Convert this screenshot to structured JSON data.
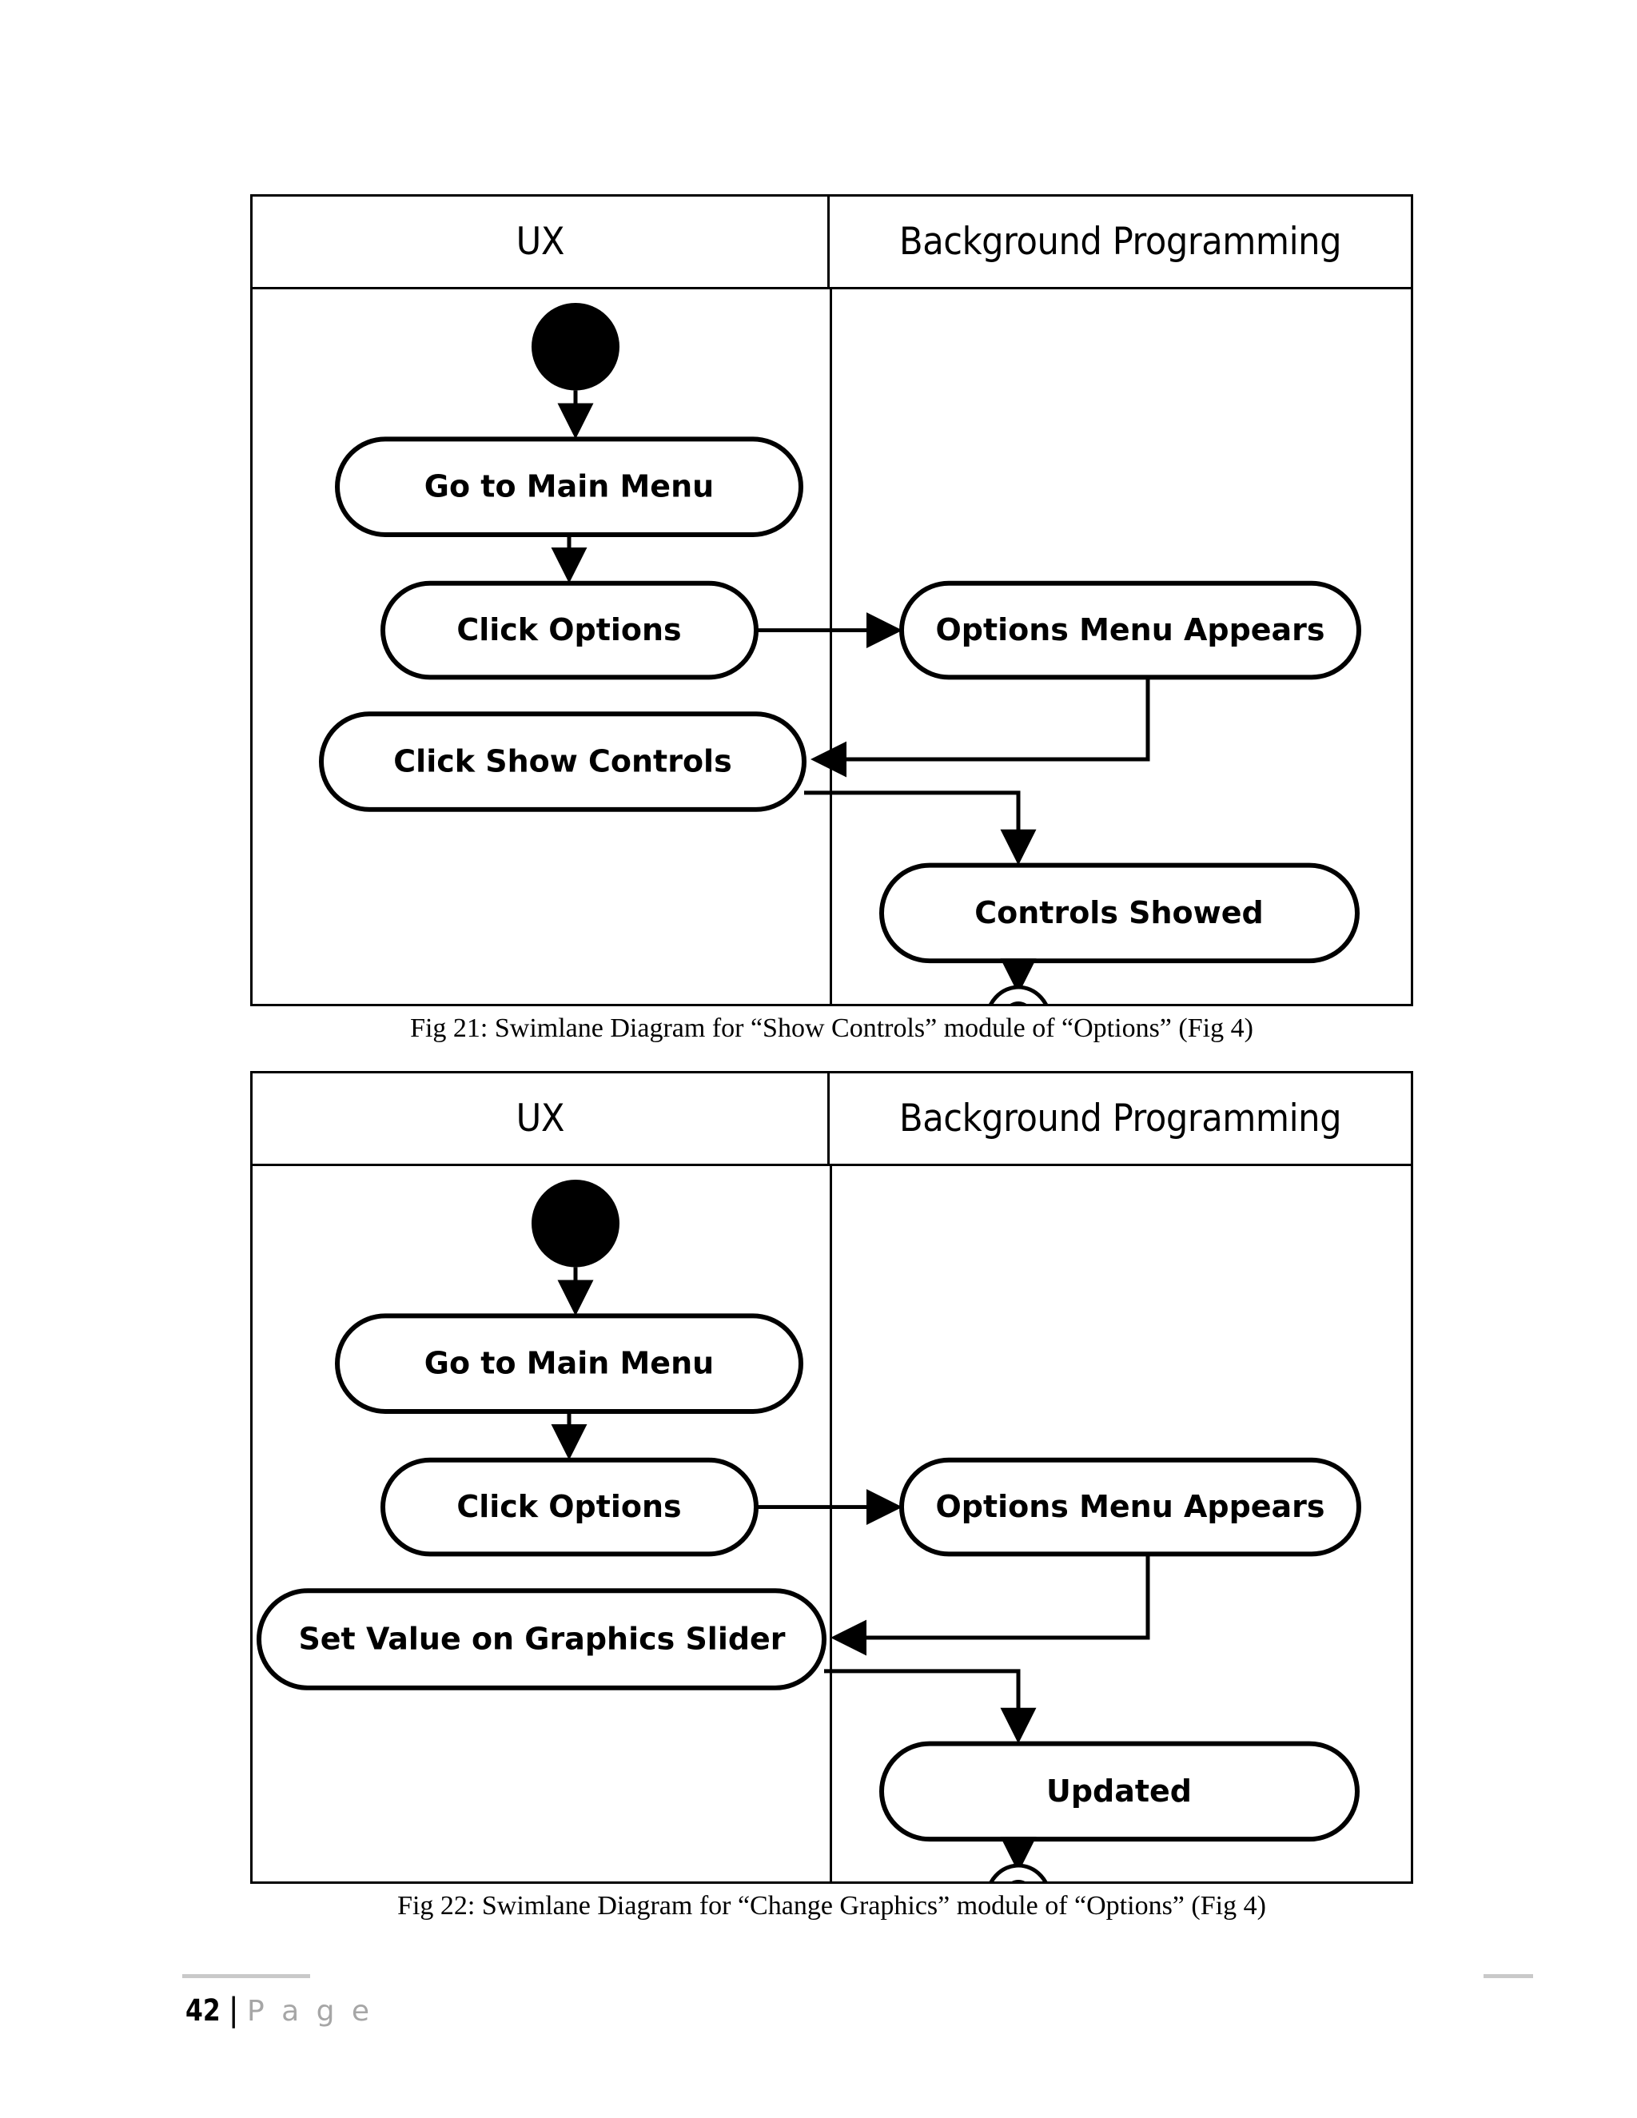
{
  "document": {
    "page_number": "42",
    "footer_separator": "|",
    "footer_page_word": "P a g e"
  },
  "figures": [
    {
      "id": "fig-21",
      "caption": "Fig 21: Swimlane Diagram for “Show Controls” module of “Options” (Fig 4)",
      "lanes": [
        {
          "name": "ux",
          "title": "UX"
        },
        {
          "name": "background-programming",
          "title": "Background Programming"
        }
      ],
      "nodes": {
        "start": "",
        "go_to_main_menu": "Go to Main Menu",
        "click_options": "Click Options",
        "options_menu_appears": "Options Menu Appears",
        "click_show_controls": "Click Show Controls",
        "controls_showed": "Controls Showed",
        "end": ""
      }
    },
    {
      "id": "fig-22",
      "caption": "Fig 22: Swimlane Diagram for “Change Graphics” module of “Options” (Fig 4)",
      "lanes": [
        {
          "name": "ux",
          "title": "UX"
        },
        {
          "name": "background-programming",
          "title": "Background Programming"
        }
      ],
      "nodes": {
        "start": "",
        "go_to_main_menu": "Go to Main Menu",
        "click_options": "Click Options",
        "options_menu_appears": "Options Menu Appears",
        "set_value_on_graphics_slider": "Set Value on Graphics Slider",
        "updated": "Updated",
        "end": ""
      }
    }
  ],
  "chart_data": {
    "type": "diagram",
    "diagram_kind": "uml-swimlane-activity",
    "diagrams": [
      {
        "title": "Fig 21",
        "lanes": [
          "UX",
          "Background Programming"
        ],
        "nodes": [
          {
            "id": "start",
            "label": "",
            "lane": "UX",
            "shape": "initial-node"
          },
          {
            "id": "n1",
            "label": "Go to Main Menu",
            "lane": "UX",
            "shape": "rounded-rect"
          },
          {
            "id": "n2",
            "label": "Click Options",
            "lane": "UX",
            "shape": "rounded-rect"
          },
          {
            "id": "n3",
            "label": "Options Menu Appears",
            "lane": "Background Programming",
            "shape": "rounded-rect"
          },
          {
            "id": "n4",
            "label": "Click Show Controls",
            "lane": "UX",
            "shape": "rounded-rect"
          },
          {
            "id": "n5",
            "label": "Controls Showed",
            "lane": "Background Programming",
            "shape": "rounded-rect"
          },
          {
            "id": "end",
            "label": "",
            "lane": "Background Programming",
            "shape": "final-node"
          }
        ],
        "edges": [
          {
            "from": "start",
            "to": "n1"
          },
          {
            "from": "n1",
            "to": "n2"
          },
          {
            "from": "n2",
            "to": "n3"
          },
          {
            "from": "n3",
            "to": "n4"
          },
          {
            "from": "n4",
            "to": "n5"
          },
          {
            "from": "n5",
            "to": "end"
          }
        ]
      },
      {
        "title": "Fig 22",
        "lanes": [
          "UX",
          "Background Programming"
        ],
        "nodes": [
          {
            "id": "start",
            "label": "",
            "lane": "UX",
            "shape": "initial-node"
          },
          {
            "id": "n1",
            "label": "Go to Main Menu",
            "lane": "UX",
            "shape": "rounded-rect"
          },
          {
            "id": "n2",
            "label": "Click Options",
            "lane": "UX",
            "shape": "rounded-rect"
          },
          {
            "id": "n3",
            "label": "Options Menu Appears",
            "lane": "Background Programming",
            "shape": "rounded-rect"
          },
          {
            "id": "n4",
            "label": "Set Value on Graphics Slider",
            "lane": "UX",
            "shape": "rounded-rect"
          },
          {
            "id": "n5",
            "label": "Updated",
            "lane": "Background Programming",
            "shape": "rounded-rect"
          },
          {
            "id": "end",
            "label": "",
            "lane": "Background Programming",
            "shape": "final-node"
          }
        ],
        "edges": [
          {
            "from": "start",
            "to": "n1"
          },
          {
            "from": "n1",
            "to": "n2"
          },
          {
            "from": "n2",
            "to": "n3"
          },
          {
            "from": "n3",
            "to": "n4"
          },
          {
            "from": "n4",
            "to": "n5"
          },
          {
            "from": "n5",
            "to": "end"
          }
        ]
      }
    ]
  }
}
